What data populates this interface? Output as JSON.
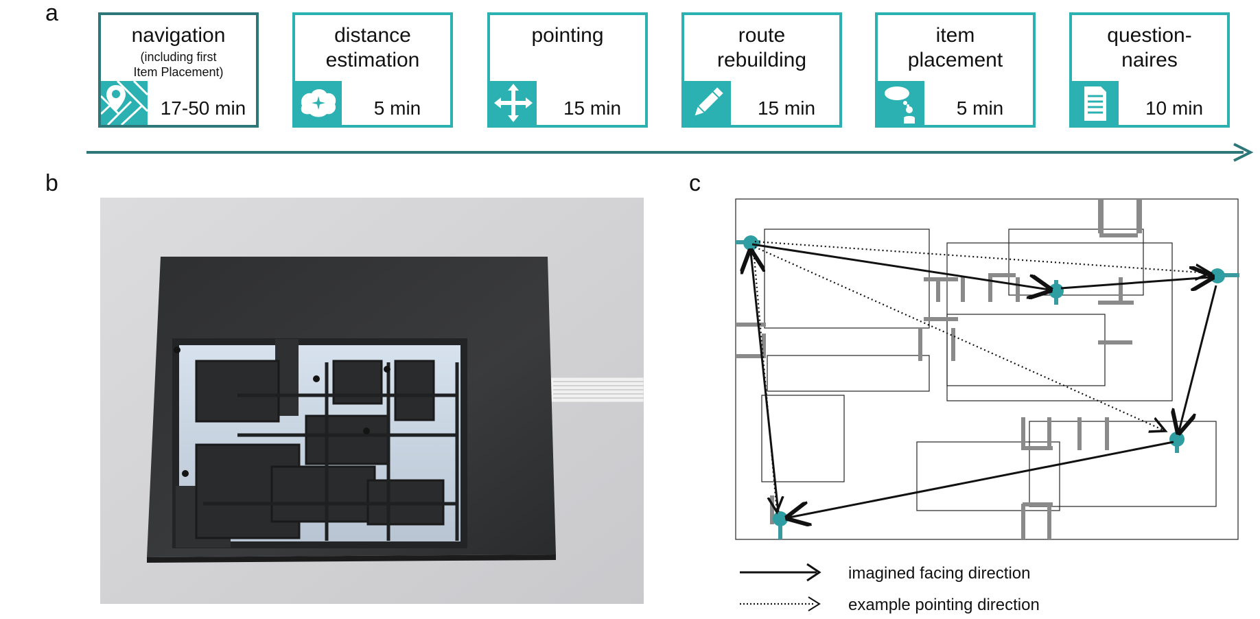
{
  "panel_labels": {
    "a": "a",
    "b": "b",
    "c": "c"
  },
  "colors": {
    "accent": "#2bb1b1",
    "accent_dark": "#2d7778",
    "route": "#3a9aa0",
    "wall_gray": "#8a8a8a"
  },
  "steps": [
    {
      "title": "navigation",
      "subtitle_1": "(including first",
      "subtitle_2": "Item Placement)",
      "duration": "17-50 min",
      "icon": "map-pin-icon"
    },
    {
      "title_1": "distance",
      "title_2": "estimation",
      "duration": "5 min",
      "icon": "brain-icon"
    },
    {
      "title": "pointing",
      "duration": "15 min",
      "icon": "move-arrows-icon"
    },
    {
      "title_1": "route",
      "title_2": "rebuilding",
      "duration": "15 min",
      "icon": "pencil-icon"
    },
    {
      "title_1": "item",
      "title_2": "placement",
      "duration": "5 min",
      "icon": "thinking-person-icon"
    },
    {
      "title_1": "question-",
      "title_2": "naires",
      "duration": "10 min",
      "icon": "document-icon"
    }
  ],
  "legend": {
    "facing": "imagined facing direction",
    "pointing": "example pointing direction"
  }
}
